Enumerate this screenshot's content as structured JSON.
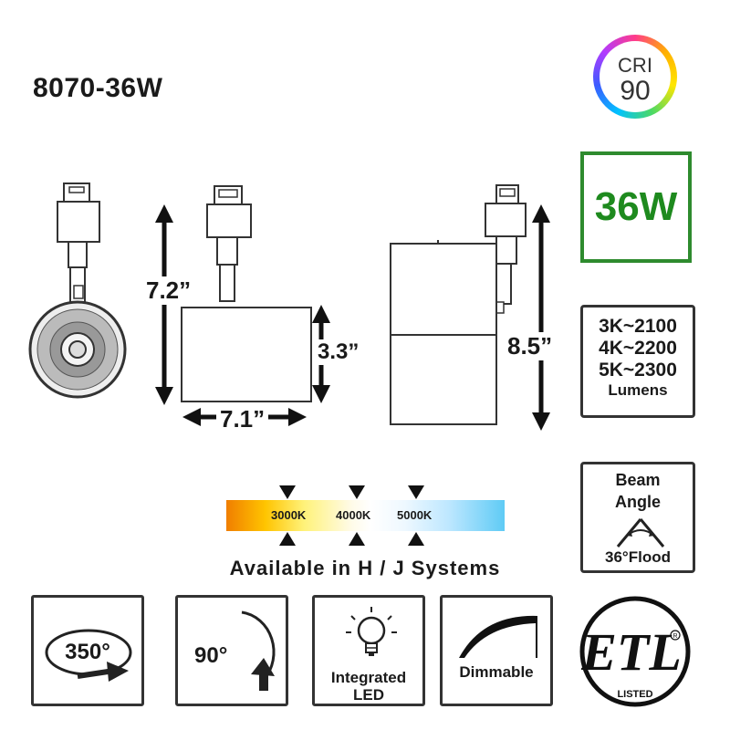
{
  "model": "8070-36W",
  "cri": {
    "label": "CRI",
    "value": "90"
  },
  "wattage": "36W",
  "lumens": {
    "lines": [
      "3K~2100",
      "4K~2200",
      "5K~2300"
    ],
    "unit": "Lumens"
  },
  "dimensions": {
    "height_small": "7.2”",
    "head_height": "3.3”",
    "length": "7.1”",
    "height_total": "8.5”"
  },
  "color_temps": [
    "3000K",
    "4000K",
    "5000K"
  ],
  "availability": "Available in H / J Systems",
  "beam": {
    "line1": "Beam",
    "line2": "Angle",
    "footer": "36°Flood"
  },
  "features": {
    "rotation": "350°",
    "tilt": "90°",
    "integrated": [
      "Integrated",
      "LED"
    ],
    "dimmable": "Dimmable"
  },
  "etl": {
    "letters": "ETL",
    "listed": "LISTED",
    "mark": "R"
  },
  "colors": {
    "watt_green": "#1e8a1e",
    "border": "#333333"
  }
}
